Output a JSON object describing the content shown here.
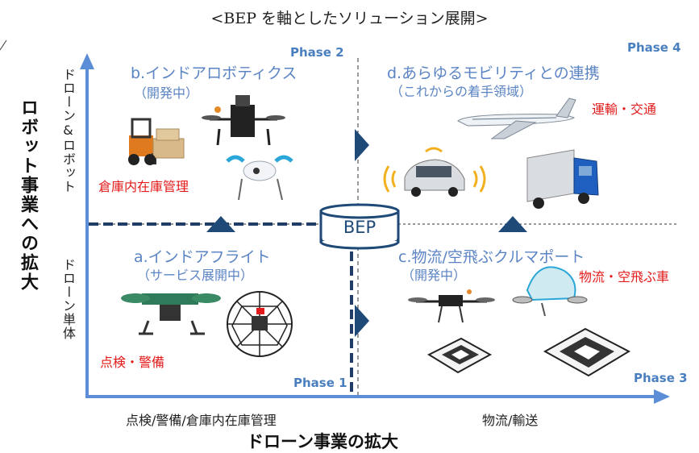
{
  "title": "<BEP を軸としたソリューション展開>",
  "y_axis": {
    "label": "ロボット事業への拡大",
    "upper": "ドローン&ロボット",
    "lower": "ドローン単体"
  },
  "x_axis": {
    "label": "ドローン事業の拡大",
    "left": "点検/警備/倉庫内在庫管理",
    "right": "物流/輸送"
  },
  "center": "BEP",
  "quadrants": {
    "a": {
      "phase": "Phase 1",
      "title": "a.インドアフライト",
      "subtitle": "（サービス展開中）",
      "tag": "点検・警備"
    },
    "b": {
      "phase": "Phase 2",
      "title": "b.インドアロボティクス",
      "subtitle": "（開発中）",
      "tag": "倉庫内在庫管理"
    },
    "c": {
      "phase": "Phase 3",
      "title": "c.物流/空飛ぶクルマポート",
      "subtitle": "（開発中）",
      "tag": "物流・空飛ぶ車"
    },
    "d": {
      "phase": "Phase 4",
      "title": "d.あらゆるモビリティとの連携",
      "subtitle": "（これからの着手領域）",
      "tag": "運輸・交通"
    }
  },
  "colors": {
    "axis": "#5b8ed6",
    "dash": "#1f3d66",
    "arrow": "#1f3d66",
    "accent": "#5b84c4",
    "red": "#e31a1a"
  }
}
